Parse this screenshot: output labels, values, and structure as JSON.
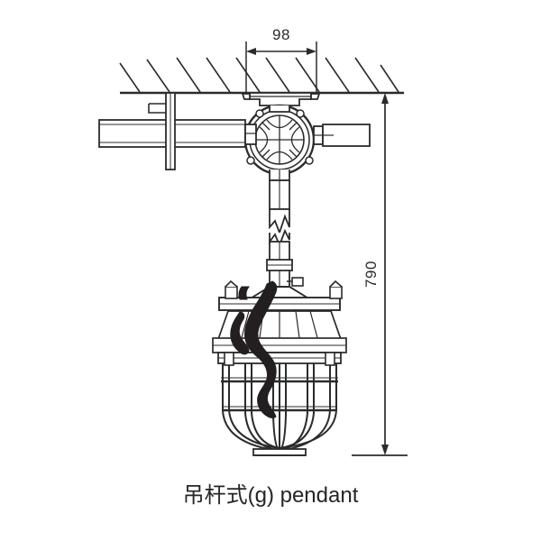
{
  "figure": {
    "title_caption": "吊杆式(g) pendant",
    "caption_chinese": "吊杆式(g)",
    "caption_english": "pendant",
    "background_color": "#ffffff",
    "line_color": "#2b2b2b",
    "accent_dark": "#231f20"
  },
  "dimensions": {
    "width_label": "98",
    "width_unit_implied": "mm",
    "height_label": "790",
    "height_unit_implied": "mm"
  },
  "components": {
    "ceiling_label": "ceiling-hatching",
    "mount_label": "ceiling-mount-plate",
    "junction_box_label": "junction-box",
    "left_conduit_label": "left-conduit-arm",
    "right_conduit_label": "right-conduit-arm",
    "support_bracket_label": "support-bracket",
    "stem_label": "pendant-stem",
    "break_symbol_label": "break-symbol",
    "neck_label": "lamp-neck",
    "body_label": "lamp-body",
    "globe_label": "lamp-globe",
    "cage_label": "protective-cage",
    "hook_label": "hook-handle"
  }
}
